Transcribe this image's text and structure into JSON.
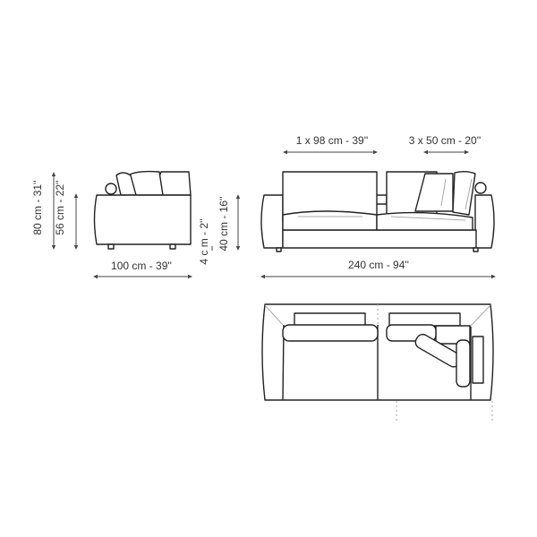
{
  "title": "Sofa dimension drawing",
  "side_view": {
    "height_total": "80 cm - 31''",
    "height_arm": "56 cm - 22''",
    "depth": "100 cm - 39''",
    "leg_height": "4 c m - 2''",
    "seat_height": "40 cm - 16''"
  },
  "front_view": {
    "back_cushion": "1 x 98 cm - 39''",
    "cushions": "3 x 50 cm - 20''",
    "width": "240 cm - 94''"
  },
  "colors": {
    "line": "#222222",
    "guide": "#aaaaaa",
    "background": "#ffffff"
  }
}
